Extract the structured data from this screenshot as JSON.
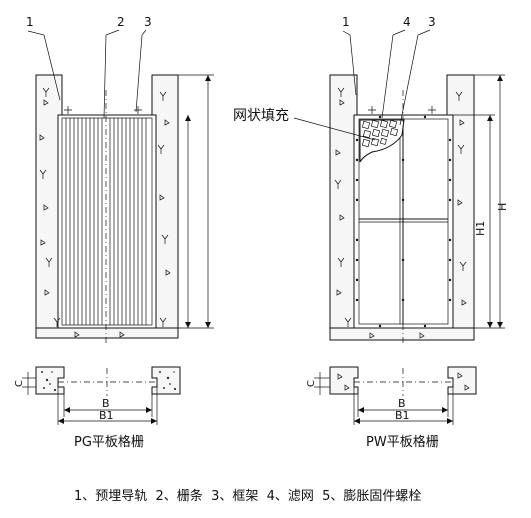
{
  "callouts": {
    "left_1": "1",
    "left_2": "2",
    "left_3": "3",
    "right_1": "1",
    "right_4": "4",
    "right_3": "3"
  },
  "mesh_label": "网状填充",
  "dims": {
    "h1": "H1",
    "h": "H",
    "c_left": "C",
    "b_left": "B",
    "b1_left": "B1",
    "c_right": "C",
    "b_right": "B",
    "b1_right": "B1"
  },
  "titles": {
    "pg": "PG平板格栅",
    "pw": "PW平板格栅"
  },
  "legend": "1、预埋导轨  2、栅条  3、框架  4、滤网  5、膨胀固件螺栓"
}
